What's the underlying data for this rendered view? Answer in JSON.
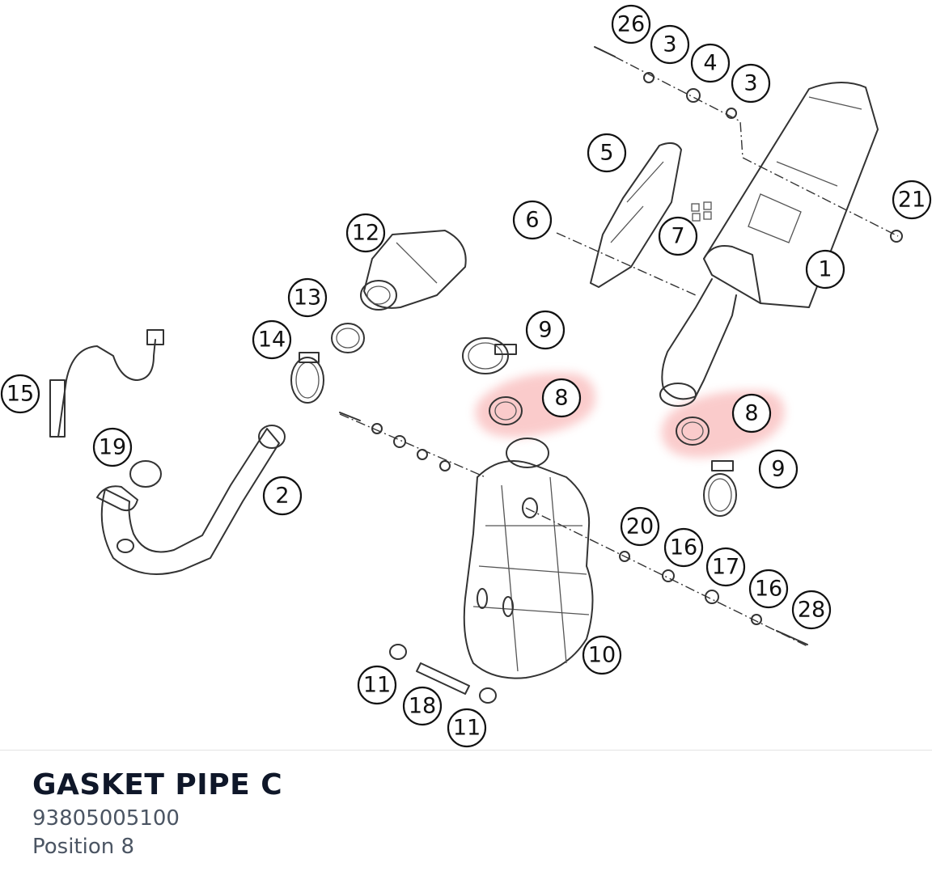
{
  "diagram": {
    "callouts": [
      "26",
      "3",
      "4",
      "3",
      "5",
      "21",
      "6",
      "7",
      "12",
      "1",
      "13",
      "9",
      "14",
      "8",
      "8",
      "15",
      "19",
      "2",
      "9",
      "20",
      "16",
      "17",
      "16",
      "28",
      "10",
      "11",
      "18",
      "11"
    ],
    "highlight_color": "#f26d6d"
  },
  "part": {
    "title": "GASKET PIPE C",
    "number": "93805005100",
    "position": "Position 8"
  }
}
